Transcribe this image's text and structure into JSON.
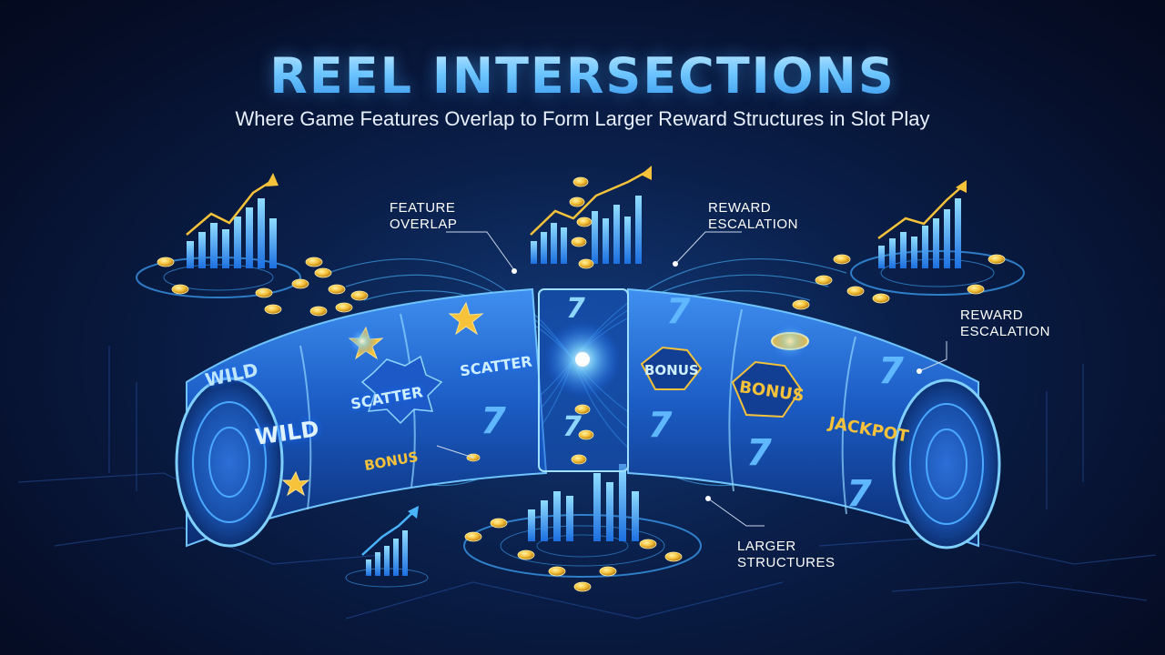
{
  "header": {
    "title": "REEL INTERSECTIONS",
    "subtitle": "Where Game Features Overlap to Form Larger Reward Structures in Slot Play"
  },
  "callouts": {
    "feature_overlap": {
      "line1": "FEATURE",
      "line2": "OVERLAP"
    },
    "reward_escalation_top": {
      "line1": "REWARD",
      "line2": "ESCALATION"
    },
    "reward_escalation_right": {
      "line1": "REWARD",
      "line2": "ESCALATION"
    },
    "larger_structures": {
      "line1": "LARGER",
      "line2": "STRUCTURES"
    }
  },
  "symbols": {
    "wild": "WILD",
    "scatter": "SCATTER",
    "bonus": "BONUS",
    "jackpot": "JACKPOT",
    "seven": "7"
  },
  "colors": {
    "accent_blue": "#3aa8ff",
    "gold": "#f5c23a",
    "background": "#0a1f4a"
  }
}
